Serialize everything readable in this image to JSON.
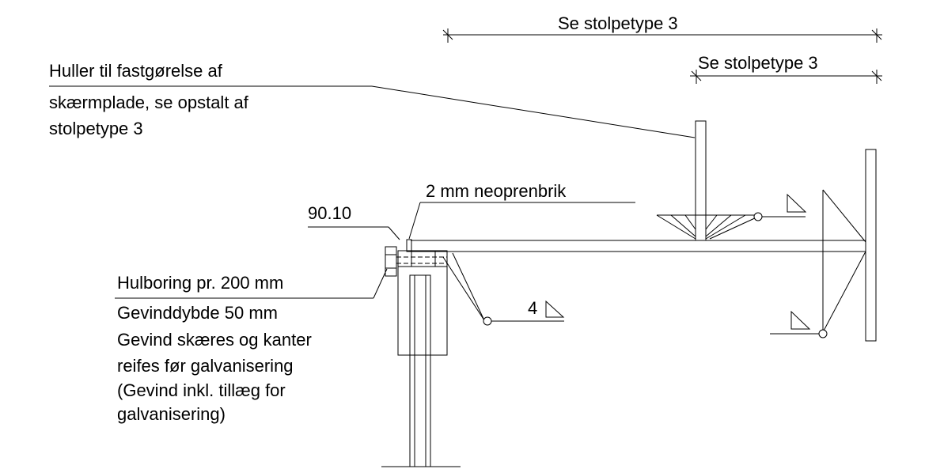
{
  "labels": {
    "dim_top": "Se stolpetype 3",
    "dim_second": "Se stolpetype 3",
    "holes_note_1": "Huller til fastgørelse af",
    "holes_note_2": "skærmplade, se opstalt af",
    "holes_note_3": "stolpetype 3",
    "neoprene": "2 mm neoprenbrik",
    "bolt_ref": "90.10",
    "bore_1": "Hulboring pr. 200 mm",
    "bore_2": "Gevinddybde 50 mm",
    "bore_3": "Gevind skæres og kanter",
    "bore_4": "reifes før galvanisering",
    "bore_5": "(Gevind inkl. tillæg for",
    "bore_6": "galvanisering)",
    "weld_size": "4"
  }
}
